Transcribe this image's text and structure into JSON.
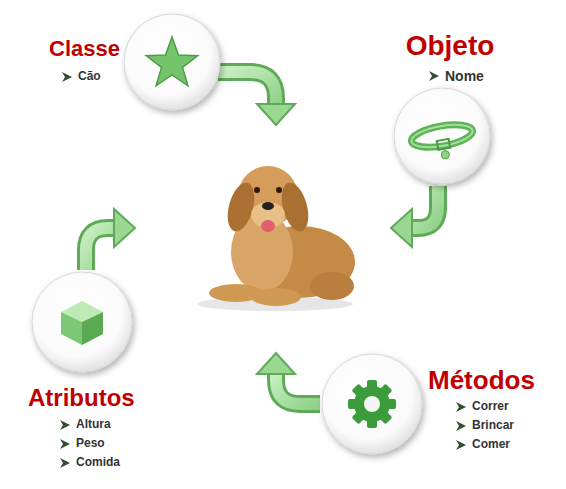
{
  "diagram": {
    "nodes": [
      {
        "text": [
          "Classe",
          "Cão"
        ]
      },
      {
        "text": [
          "Objeto",
          "Nome"
        ]
      },
      {
        "text": [
          "Atributos",
          "Altura",
          "Peso",
          "Comida"
        ]
      },
      {
        "text": [
          "Métodos",
          "Correr",
          "Brincar",
          "Comer"
        ]
      }
    ]
  }
}
